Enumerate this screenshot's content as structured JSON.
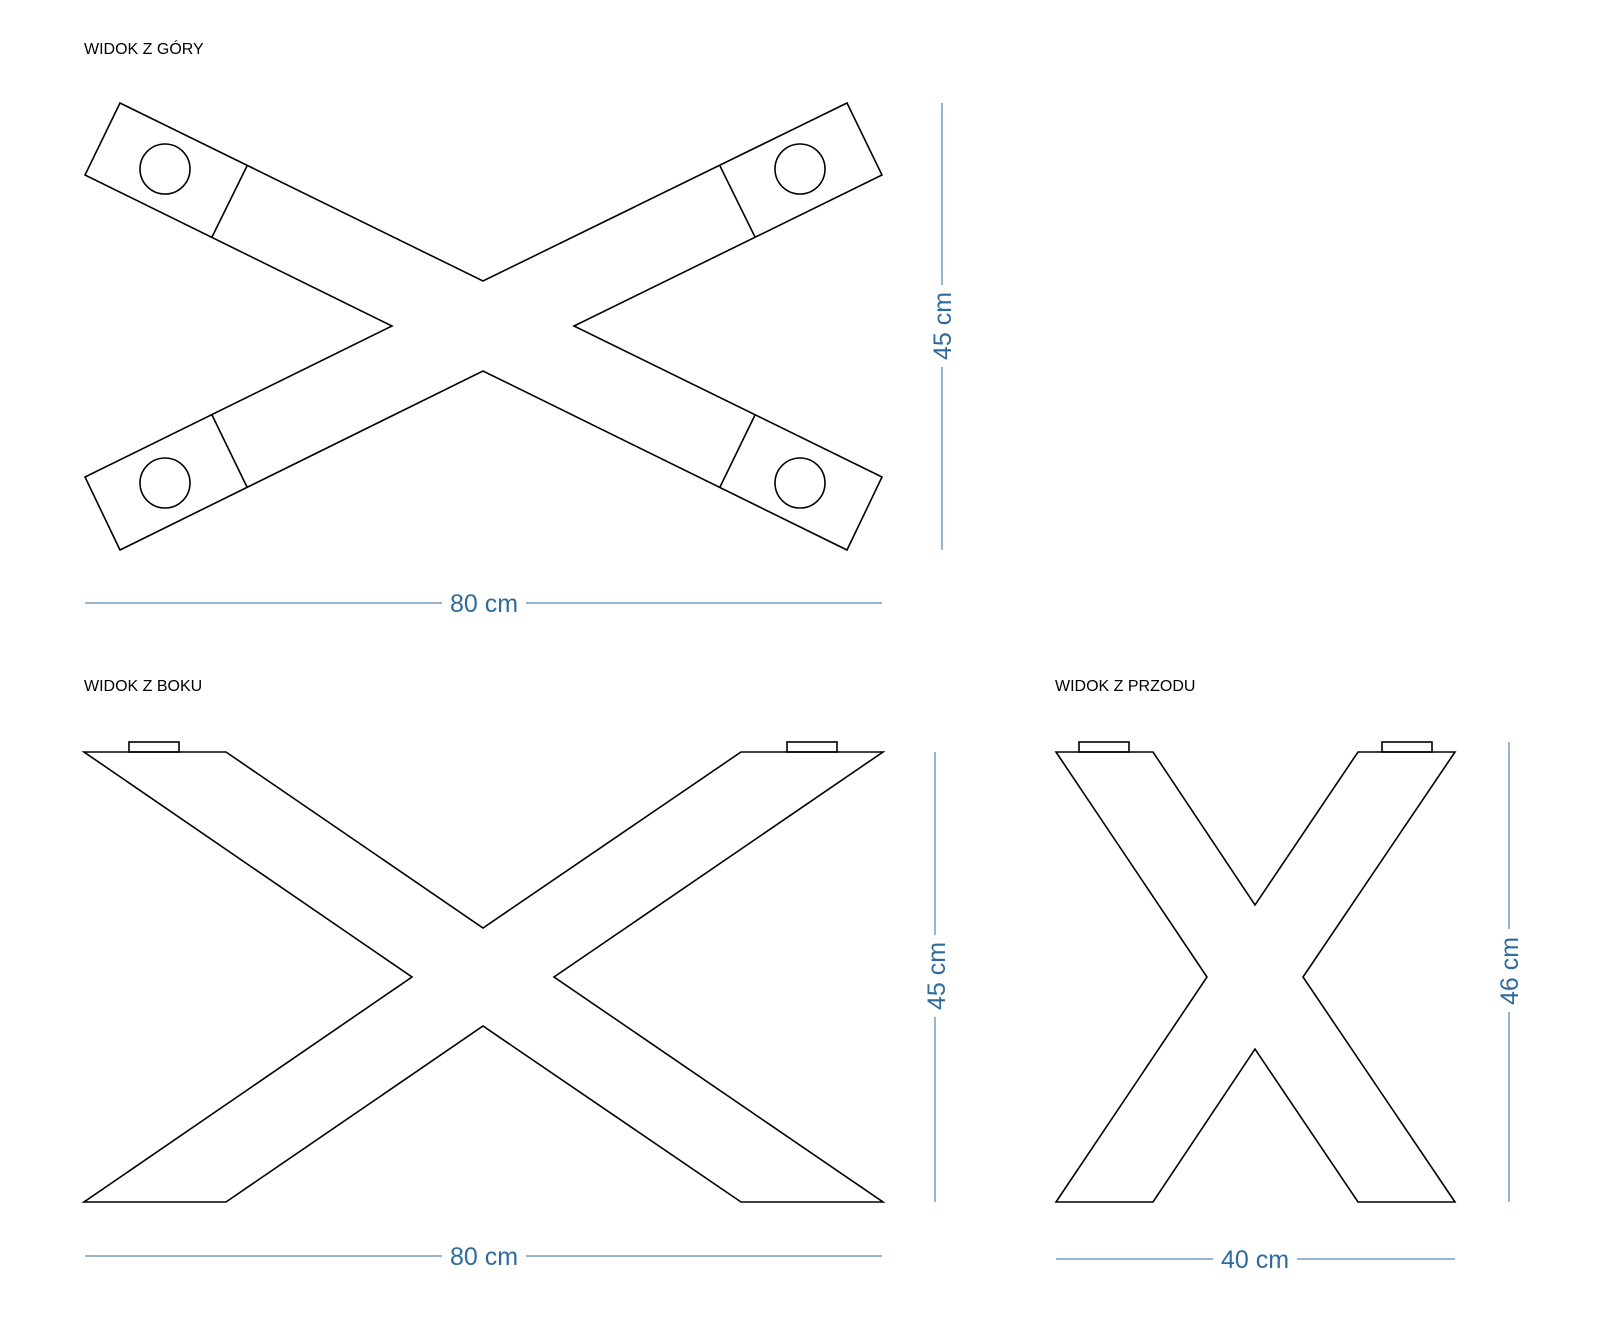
{
  "views": {
    "top": {
      "title": "WIDOK Z GÓRY",
      "width_label": "80 cm",
      "depth_label": "45 cm"
    },
    "side": {
      "title": "WIDOK Z BOKU",
      "width_label": "80 cm",
      "height_label": "45 cm"
    },
    "front": {
      "title": "WIDOK Z PRZODU",
      "width_label": "40 cm",
      "height_label": "46 cm"
    }
  },
  "colors": {
    "dimension": "#2f6b9c",
    "outline": "#000000"
  }
}
